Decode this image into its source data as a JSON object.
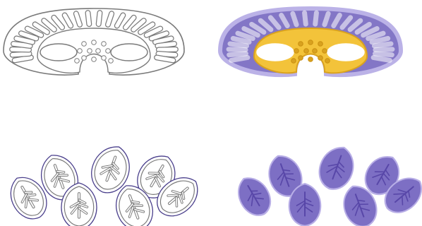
{
  "figure": {
    "panels": [
      {
        "id": "a",
        "style": "line-drawing",
        "subject": "horseshoe-section"
      },
      {
        "id": "b",
        "style": "colored",
        "subject": "horseshoe-section"
      },
      {
        "id": "c",
        "style": "line-drawing",
        "subject": "leaf-cluster"
      },
      {
        "id": "d",
        "style": "colored",
        "subject": "leaf-cluster"
      }
    ]
  },
  "colors": {
    "outline": "#4a3f8c",
    "outline_gray": "#7a7a7a",
    "purple_fill": "#7d6fc4",
    "purple_light": "#b8aee6",
    "purple_vein": "#5847a8",
    "yellow_fill": "#f3c33a",
    "yellow_dark": "#d9a21f",
    "background": "#ffffff"
  }
}
